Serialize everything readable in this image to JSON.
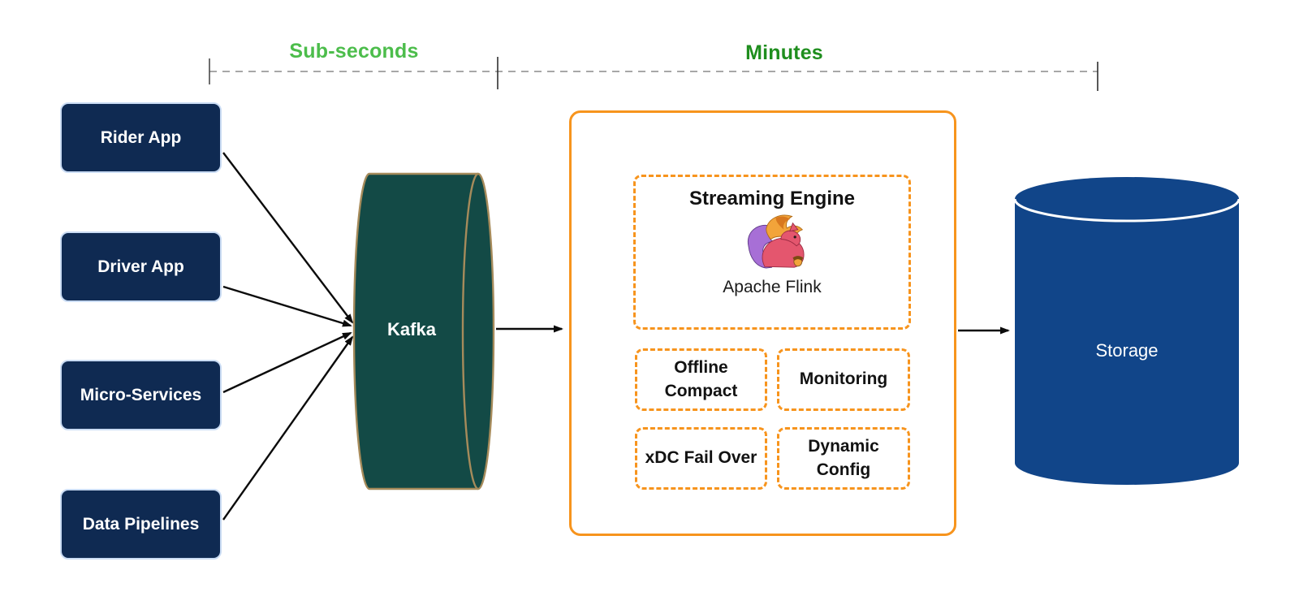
{
  "timeline": {
    "left_label": "Sub-seconds",
    "right_label": "Minutes",
    "left_color": "#4cbd4b",
    "right_color": "#1f8e1e"
  },
  "sources": {
    "items": [
      {
        "label": "Rider App"
      },
      {
        "label": "Driver App"
      },
      {
        "label": "Micro-Services"
      },
      {
        "label": "Data Pipelines"
      }
    ]
  },
  "kafka": {
    "label": "Kafka"
  },
  "processing": {
    "streaming_engine": {
      "title": "Streaming Engine",
      "logo": "apache-flink-squirrel-logo",
      "caption": "Apache Flink"
    },
    "features": [
      {
        "label": "Offline\nCompact"
      },
      {
        "label": "Monitoring"
      },
      {
        "label": "xDC Fail Over"
      },
      {
        "label": "Dynamic\nConfig"
      }
    ]
  },
  "storage": {
    "label": "Storage"
  },
  "colors": {
    "source_box_navy": "#0f2a52",
    "kafka_fill": "#134a46",
    "kafka_stroke": "#a68b5b",
    "storage_blue": "#114589",
    "accent_orange": "#f7941d"
  }
}
